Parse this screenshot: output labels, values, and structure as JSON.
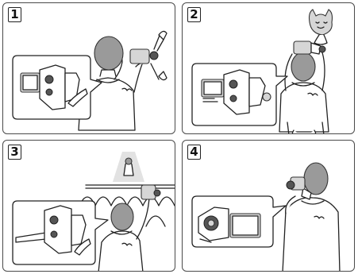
{
  "panels": [
    {
      "number": "1"
    },
    {
      "number": "2"
    },
    {
      "number": "3"
    },
    {
      "number": "4"
    }
  ],
  "colors": {
    "border": "#4a4a4a",
    "hair": "#9a9a9a",
    "ink": "#222222"
  },
  "icons": [
    "camcorder-icon",
    "person-icon",
    "cat-icon",
    "spotlight-icon",
    "audience-icon"
  ]
}
